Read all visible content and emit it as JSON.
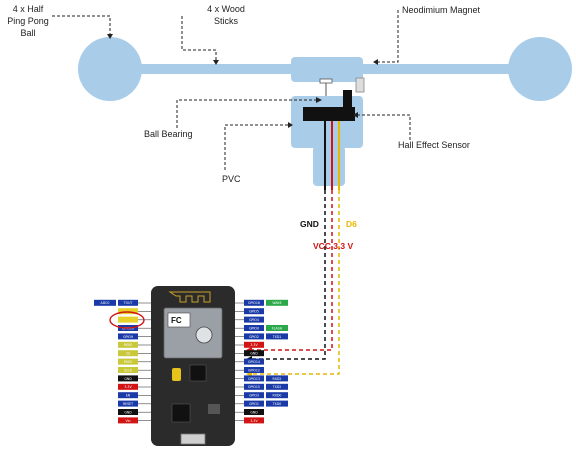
{
  "labels": {
    "half_ping_pong": [
      "4 x Half",
      "Ping Pong",
      "Ball"
    ],
    "wood_sticks": [
      "4 x Wood",
      "Sticks"
    ],
    "magnet": "Neodimium Magnet",
    "bearing": "Ball Bearing",
    "hall_sensor": "Hall Effect Sensor",
    "pvc": "PVC",
    "gnd": "GND",
    "vcc": "VCC 3.3 V",
    "d6": "D6"
  },
  "colors": {
    "ball": "#a9cde9",
    "stick": "#a9cde9",
    "hub": "#a9cde9",
    "sensor": "#111111",
    "wire_gnd": "#111111",
    "wire_vcc": "#d21414",
    "wire_d6": "#e6b800",
    "board": "#2b2b2b"
  },
  "board": {
    "left_pins": [
      {
        "name": "TOUT",
        "func": "ADC0"
      },
      {
        "name": "",
        "func": ""
      },
      {
        "name": "",
        "func": ""
      },
      {
        "name": "GPIO10",
        "func": ""
      },
      {
        "name": "GPIO9",
        "func": ""
      },
      {
        "name": "MOSI",
        "func": ""
      },
      {
        "name": "CS",
        "func": ""
      },
      {
        "name": "MISO",
        "func": ""
      },
      {
        "name": "SCLK",
        "func": ""
      },
      {
        "name": "GND",
        "func": ""
      },
      {
        "name": "3.3V",
        "func": ""
      },
      {
        "name": "EN",
        "func": ""
      },
      {
        "name": "RESET",
        "func": ""
      },
      {
        "name": "GND",
        "func": ""
      },
      {
        "name": "Vin",
        "func": ""
      }
    ],
    "right_pins": [
      {
        "name": "GPIO16",
        "func": "WAKE"
      },
      {
        "name": "GPIO5",
        "func": ""
      },
      {
        "name": "GPIO4",
        "func": ""
      },
      {
        "name": "GPIO0",
        "func": "FLASH"
      },
      {
        "name": "GPIO2",
        "func": "TXD1"
      },
      {
        "name": "3.3V",
        "func": ""
      },
      {
        "name": "GND",
        "func": ""
      },
      {
        "name": "GPIO14",
        "func": ""
      },
      {
        "name": "GPIO12",
        "func": ""
      },
      {
        "name": "GPIO13",
        "func": "RXD2"
      },
      {
        "name": "GPIO15",
        "func": "TXD2"
      },
      {
        "name": "GPIO3",
        "func": "RXD0"
      },
      {
        "name": "GPIO1",
        "func": "TXD0"
      },
      {
        "name": "GND",
        "func": ""
      },
      {
        "name": "3.3V",
        "func": ""
      }
    ]
  }
}
